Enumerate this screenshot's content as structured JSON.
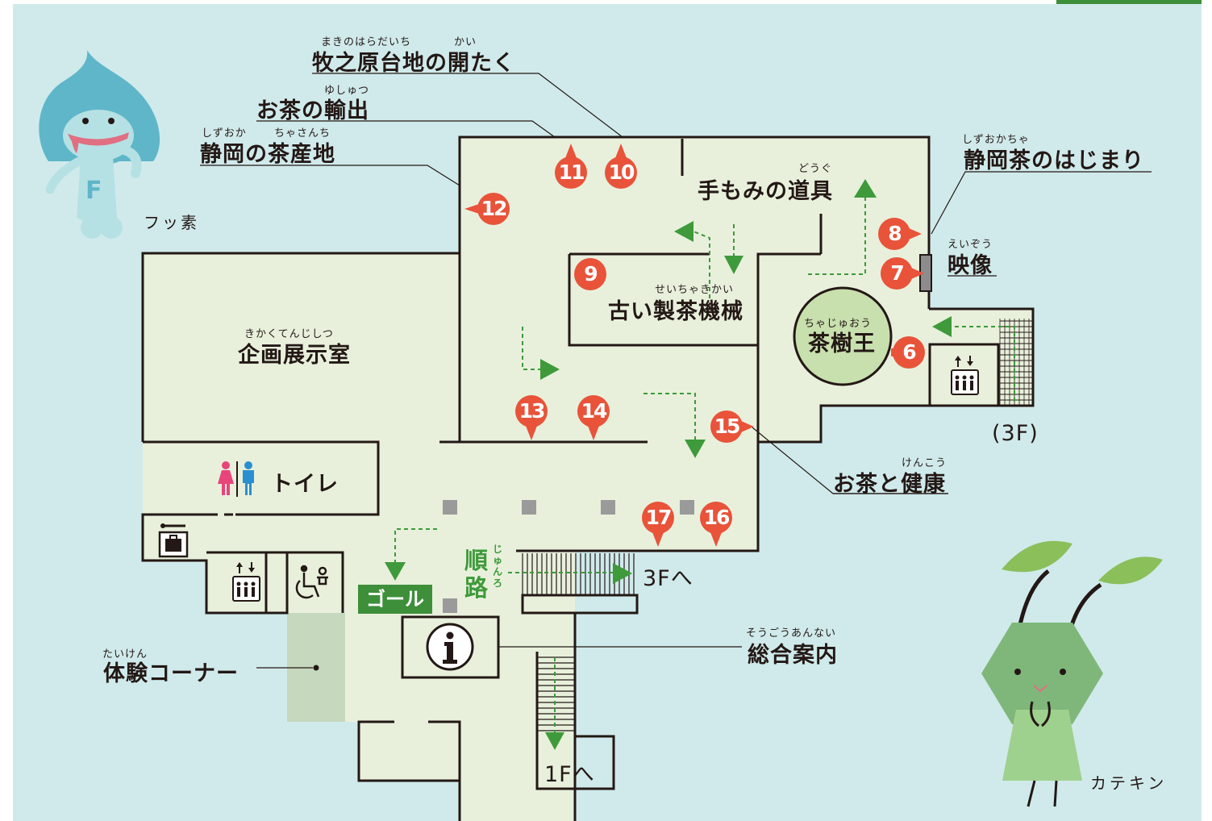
{
  "map_title": "",
  "colors": {
    "sea": "#d0eaeb",
    "floor": "#e8f0dc",
    "wall": "#231815",
    "marker": "#e8533a",
    "route": "#3e9a3a",
    "experience_area": "#c6d8bd",
    "tree_circle": "#c8dfae",
    "header_tab": "#3e8f3a",
    "female": "#e8457a",
    "male": "#2a8fd0"
  },
  "labels": {
    "makinohara": {
      "ruby1": "まきのはらだいち",
      "ruby2": "かい",
      "text": "牧之原台地の開たく"
    },
    "export": {
      "ruby": "ゆしゅつ",
      "text": "お茶の輸出"
    },
    "tea_region": {
      "ruby1": "しずおか",
      "ruby2": "ちゃさんち",
      "text": "静岡の茶産地"
    },
    "origin": {
      "ruby": "しずおかちゃ",
      "text": "静岡茶のはじまり"
    },
    "video": {
      "ruby": "えいぞう",
      "text": "映像"
    },
    "tools": {
      "ruby": "どうぐ",
      "text": "手もみの道具"
    },
    "machines": {
      "ruby": "せいちゃきかい",
      "text": "古い製茶機械"
    },
    "king": {
      "ruby": "ちゃじゅおう",
      "text": "茶樹王"
    },
    "exhibition": {
      "ruby": "きかくてんじしつ",
      "text": "企画展示室"
    },
    "toilet": {
      "text": "トイレ"
    },
    "health": {
      "ruby": "けんこう",
      "text": "お茶と健康"
    },
    "floor3": {
      "text": "(3F)"
    },
    "to3f": {
      "text": "3Fへ"
    },
    "to1f": {
      "text": "1Fへ"
    },
    "goal": {
      "text": "ゴール"
    },
    "route": {
      "text1": "順",
      "text2": "路",
      "ruby": "じゅんろ"
    },
    "info": {
      "ruby": "そうごうあんない",
      "text": "総合案内"
    },
    "experience": {
      "ruby": "たいけん",
      "text": "体験コーナー"
    },
    "fusso": {
      "text": "フッ素"
    },
    "catechin": {
      "text": "カテキン"
    }
  },
  "markers": [
    {
      "num": "6",
      "pointer": "left"
    },
    {
      "num": "7",
      "pointer": "right"
    },
    {
      "num": "8",
      "pointer": "right"
    },
    {
      "num": "9",
      "pointer": "none"
    },
    {
      "num": "10",
      "pointer": "up"
    },
    {
      "num": "11",
      "pointer": "up"
    },
    {
      "num": "12",
      "pointer": "left"
    },
    {
      "num": "13",
      "pointer": "down"
    },
    {
      "num": "14",
      "pointer": "down"
    },
    {
      "num": "15",
      "pointer": "right"
    },
    {
      "num": "16",
      "pointer": "down"
    },
    {
      "num": "17",
      "pointer": "down"
    }
  ],
  "icons": [
    "female-icon",
    "male-icon",
    "elevator-icon",
    "accessible-toilet-icon",
    "locker-icon",
    "info-icon",
    "stairs-icon"
  ],
  "characters": [
    "fusso-mascot",
    "catechin-mascot"
  ]
}
